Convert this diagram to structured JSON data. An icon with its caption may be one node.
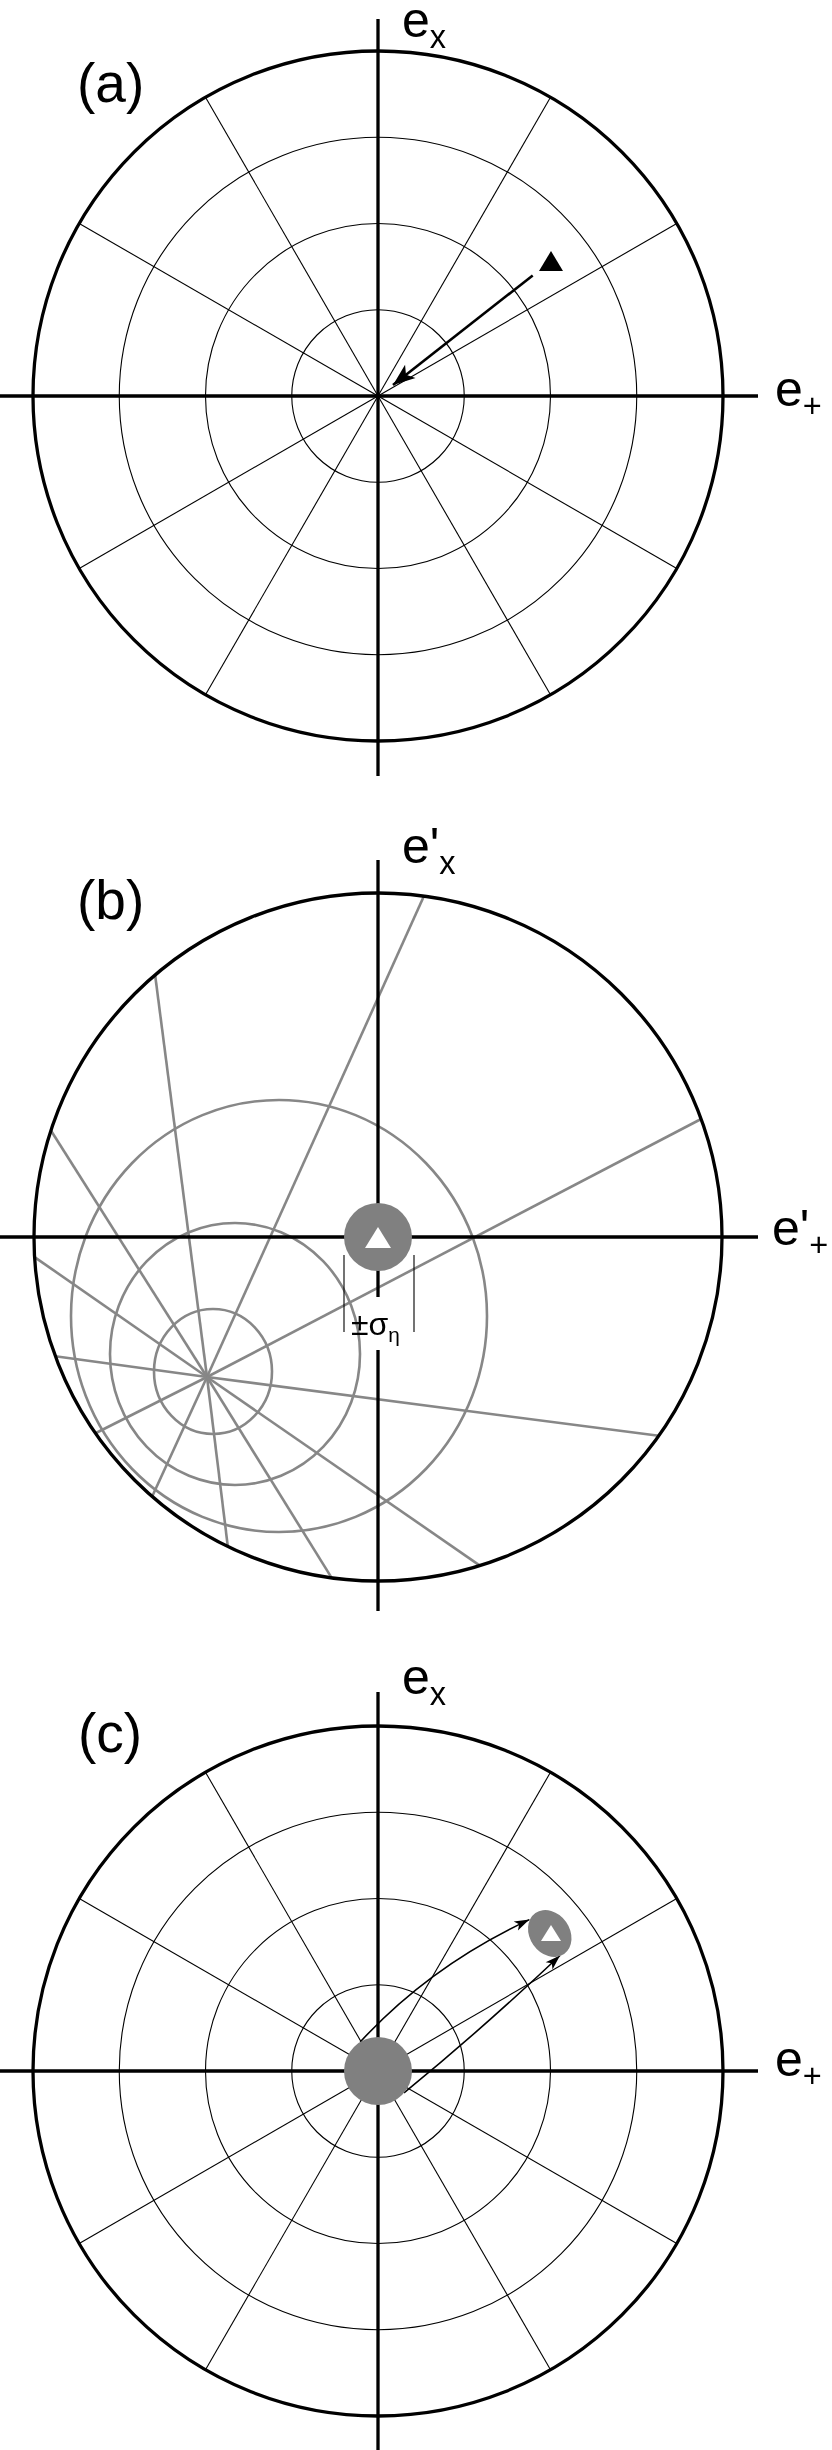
{
  "diagram": {
    "nodes": [
      {
        "text": [],
        "shape": "triangle"
      },
      {
        "text": [],
        "shape": "circle"
      },
      {
        "text": [],
        "shape": "circle"
      },
      {
        "text": [],
        "shape": "ellipse"
      }
    ],
    "edges": [
      {
        "from": 0,
        "to": null,
        "arrow": "to"
      },
      {
        "from": 2,
        "to": 3,
        "arrow": "to"
      },
      {
        "from": 2,
        "to": 3,
        "arrow": "to"
      }
    ],
    "labels": [
      "e$_{x}$",
      "(a)",
      "e$_{+}$",
      "e'$_{x}$",
      "(b)",
      "e'$_{+}$",
      "±σ$_{η}$",
      "e$_{x}$",
      "(c)",
      "e$_{+}$"
    ]
  }
}
